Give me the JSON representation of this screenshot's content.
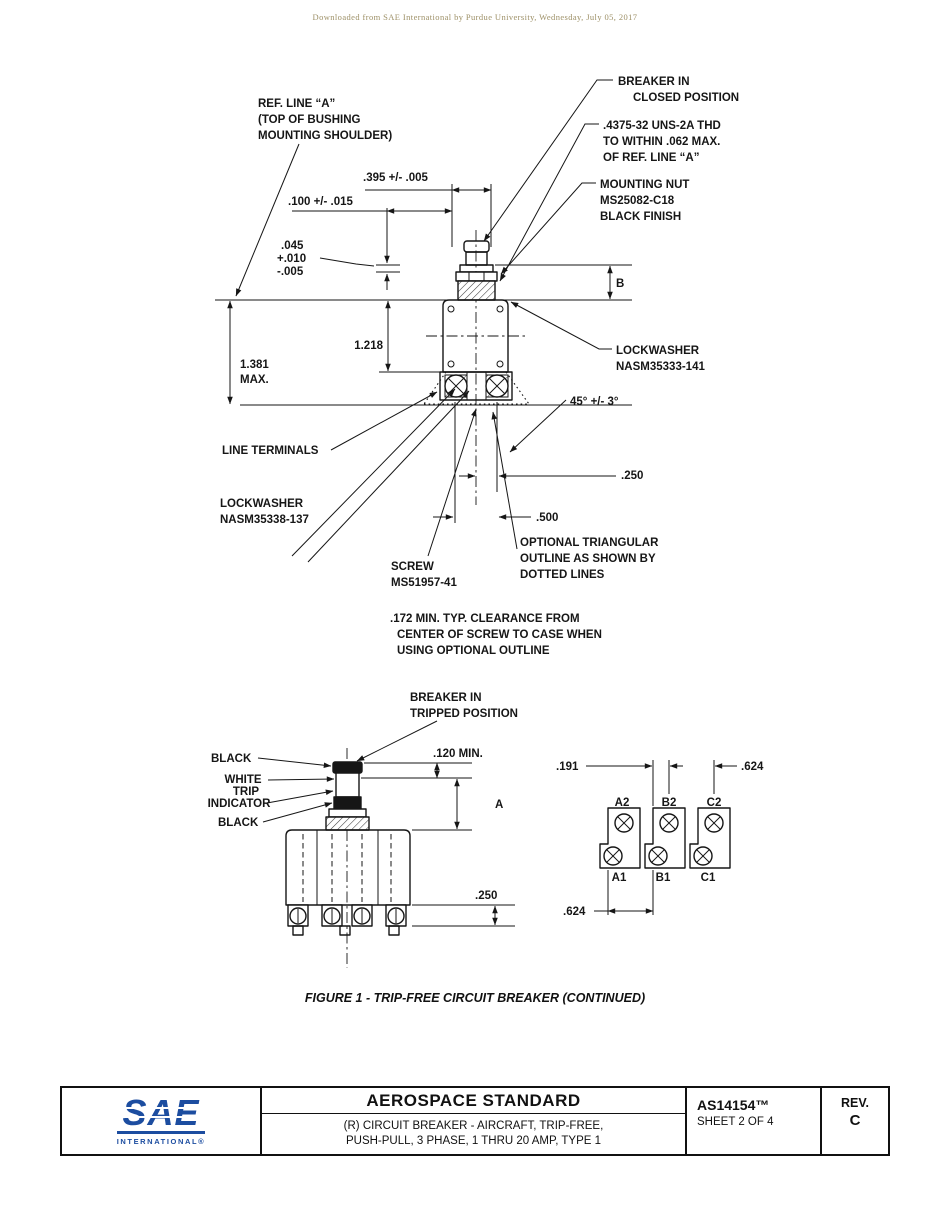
{
  "page": {
    "watermark": "Downloaded from SAE International by Purdue University, Wednesday, July 05, 2017",
    "caption": "FIGURE 1 - TRIP-FREE CIRCUIT BREAKER (CONTINUED)"
  },
  "fig_top": {
    "callouts": {
      "breaker_closed": [
        "BREAKER IN",
        "CLOSED POSITION"
      ],
      "ref_line_a": [
        "REF. LINE “A”",
        "(TOP OF BUSHING",
        "MOUNTING SHOULDER)"
      ],
      "thread": [
        ".4375-32 UNS-2A THD",
        "TO WITHIN .062 MAX.",
        "OF REF. LINE “A”"
      ],
      "mounting_nut": [
        "MOUNTING NUT",
        "MS25082-C18",
        "BLACK FINISH"
      ],
      "lockwasher_upper": [
        "LOCKWASHER",
        "NASM35333-141"
      ],
      "line_terminals": "LINE TERMINALS",
      "lockwasher_lower": [
        "LOCKWASHER",
        "NASM35338-137"
      ],
      "screw": [
        "SCREW",
        "MS51957-41"
      ],
      "optional_outline": [
        "OPTIONAL TRIANGULAR",
        "OUTLINE AS SHOWN BY",
        "DOTTED LINES"
      ],
      "clearance": [
        ".172 MIN. TYP. CLEARANCE FROM",
        "CENTER OF SCREW TO CASE WHEN",
        "USING OPTIONAL OUTLINE"
      ]
    },
    "dims": {
      "d395": ".395 +/- .005",
      "d100": ".100 +/- .015",
      "d045": [
        ".045",
        "+.010",
        "-.005"
      ],
      "d1218": "1.218",
      "d1381": [
        "1.381",
        "MAX."
      ],
      "b": "B",
      "angle": "45° +/- 3°",
      "d250": ".250",
      "d500": ".500"
    }
  },
  "fig_bottom": {
    "callouts": {
      "breaker_tripped": [
        "BREAKER IN",
        "TRIPPED POSITION"
      ],
      "black_top": "BLACK",
      "white_trip": [
        "WHITE",
        "TRIP",
        "INDICATOR"
      ],
      "black_bottom": "BLACK"
    },
    "dims": {
      "d120": ".120 MIN.",
      "a": "A",
      "d250": ".250",
      "d191": ".191",
      "d624_top": ".624",
      "d624_bottom": ".624"
    },
    "terminals": {
      "top": [
        "A2",
        "B2",
        "C2"
      ],
      "bottom": [
        "A1",
        "B1",
        "C1"
      ]
    }
  },
  "title_block": {
    "logo": {
      "text": "SAE",
      "sub": "INTERNATIONAL®"
    },
    "header": "AEROSPACE STANDARD",
    "subtitle": [
      "(R) CIRCUIT BREAKER - AIRCRAFT, TRIP-FREE,",
      "PUSH-PULL, 3 PHASE, 1 THRU 20 AMP, TYPE 1"
    ],
    "doc_number": "AS14154™",
    "sheet": "SHEET 2 OF 4",
    "rev_label": "REV.",
    "rev_value": "C"
  }
}
